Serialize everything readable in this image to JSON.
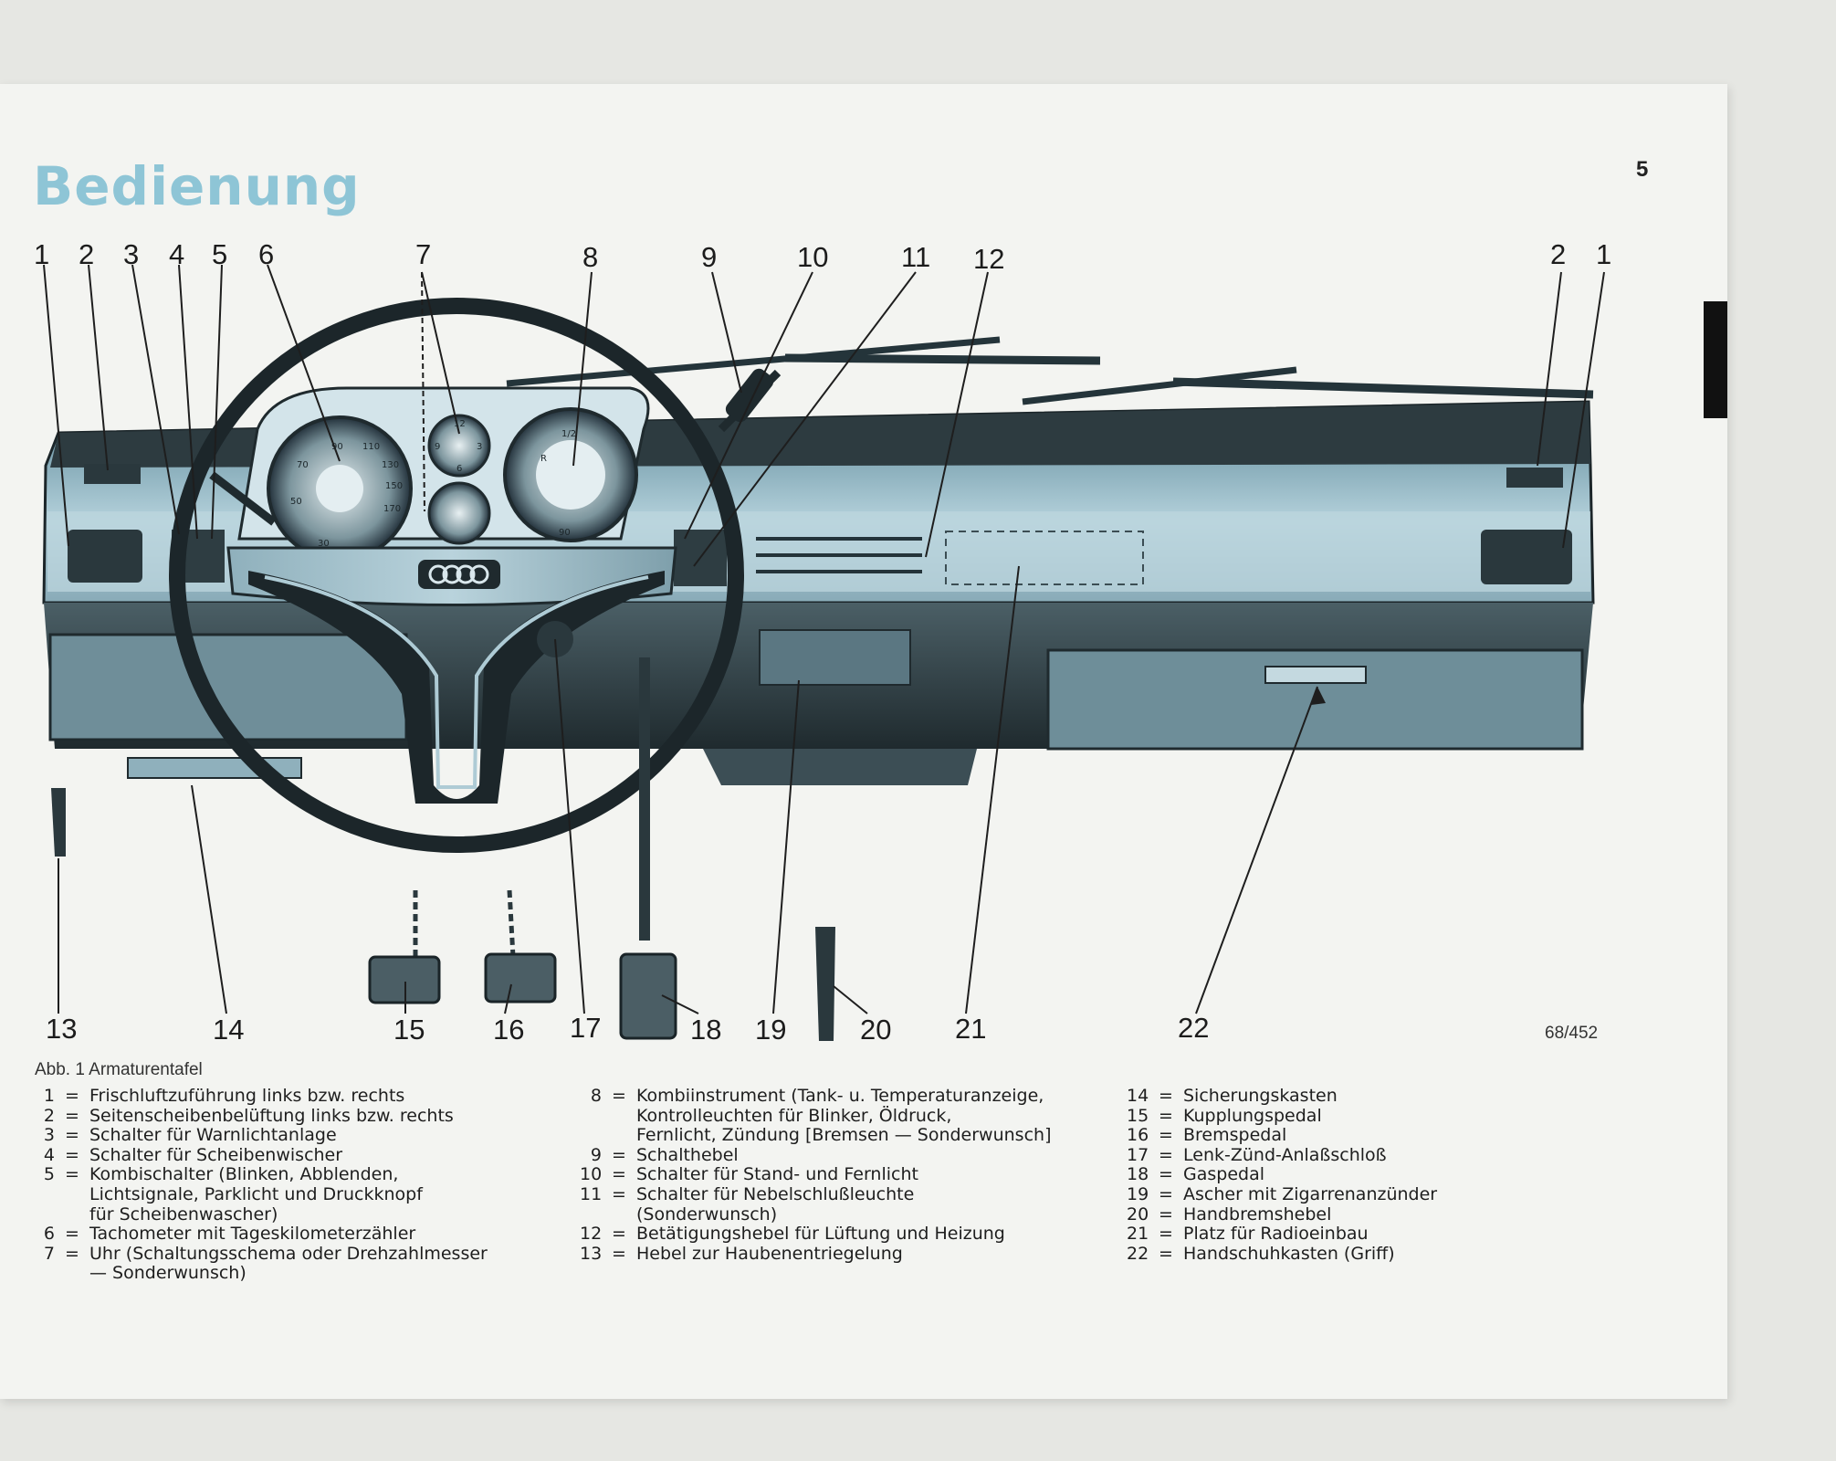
{
  "page": {
    "title": "Bedienung",
    "page_number": "5",
    "figure_number": "68/452",
    "caption": "Abb. 1 Armaturentafel"
  },
  "callouts": {
    "top_left": [
      "1",
      "2",
      "3",
      "4",
      "5",
      "6",
      "7",
      "8",
      "9",
      "10",
      "11",
      "12"
    ],
    "top_right": [
      "2",
      "1"
    ],
    "bottom": [
      "13",
      "14",
      "15",
      "16",
      "17",
      "18",
      "19",
      "20",
      "21",
      "22"
    ]
  },
  "legend": {
    "columns": [
      [
        {
          "num": "1",
          "text": "Frischluftzuführung links bzw. rechts"
        },
        {
          "num": "2",
          "text": "Seitenscheibenbelüftung links bzw. rechts"
        },
        {
          "num": "3",
          "text": "Schalter für Warnlichtanlage"
        },
        {
          "num": "4",
          "text": "Schalter für Scheibenwischer"
        },
        {
          "num": "5",
          "text": "Kombischalter (Blinken, Abblenden,\nLichtsignale, Parklicht und Druckknopf\nfür Scheibenwascher)"
        },
        {
          "num": "6",
          "text": "Tachometer mit Tageskilometerzähler"
        },
        {
          "num": "7",
          "text": "Uhr (Schaltungsschema oder Drehzahlmesser\n— Sonderwunsch)"
        }
      ],
      [
        {
          "num": "8",
          "text": "Kombiinstrument (Tank- u. Temperaturanzeige,\nKontrolleuchten für Blinker, Öldruck,\nFernlicht, Zündung [Bremsen — Sonderwunsch]"
        },
        {
          "num": "9",
          "text": "Schalthebel"
        },
        {
          "num": "10",
          "text": "Schalter für Stand- und Fernlicht"
        },
        {
          "num": "11",
          "text": "Schalter für Nebelschlußleuchte\n(Sonderwunsch)"
        },
        {
          "num": "12",
          "text": "Betätigungshebel für Lüftung und Heizung"
        },
        {
          "num": "13",
          "text": "Hebel zur Haubenentriegelung"
        }
      ],
      [
        {
          "num": "14",
          "text": "Sicherungskasten"
        },
        {
          "num": "15",
          "text": "Kupplungspedal"
        },
        {
          "num": "16",
          "text": "Bremspedal"
        },
        {
          "num": "17",
          "text": "Lenk-Zünd-Anlaßschloß"
        },
        {
          "num": "18",
          "text": "Gaspedal"
        },
        {
          "num": "19",
          "text": "Ascher mit Zigarrenanzünder"
        },
        {
          "num": "20",
          "text": "Handbremshebel"
        },
        {
          "num": "21",
          "text": "Platz für Radioeinbau"
        },
        {
          "num": "22",
          "text": "Handschuhkasten (Griff)"
        }
      ]
    ]
  },
  "gauges": {
    "speedometer_ticks": [
      "30",
      "50",
      "70",
      "90",
      "110",
      "130",
      "150",
      "170"
    ],
    "clock_marks": [
      "12",
      "3",
      "6",
      "9"
    ],
    "fuel_marks": [
      "1/2",
      "R"
    ],
    "temp_mark": "90"
  },
  "colors": {
    "title": "#8ec5d6",
    "paper": "#f3f4f1",
    "ink": "#1e1e1e",
    "dashboard_blue": "#9fc3d0"
  },
  "icons": [
    "audi-logo-icon",
    "steering-wheel-icon",
    "speedometer-icon",
    "clock-icon",
    "combination-instrument-icon",
    "air-vent-icon",
    "pedal-icon",
    "handbrake-lever-icon",
    "windshield-wiper-icon"
  ]
}
